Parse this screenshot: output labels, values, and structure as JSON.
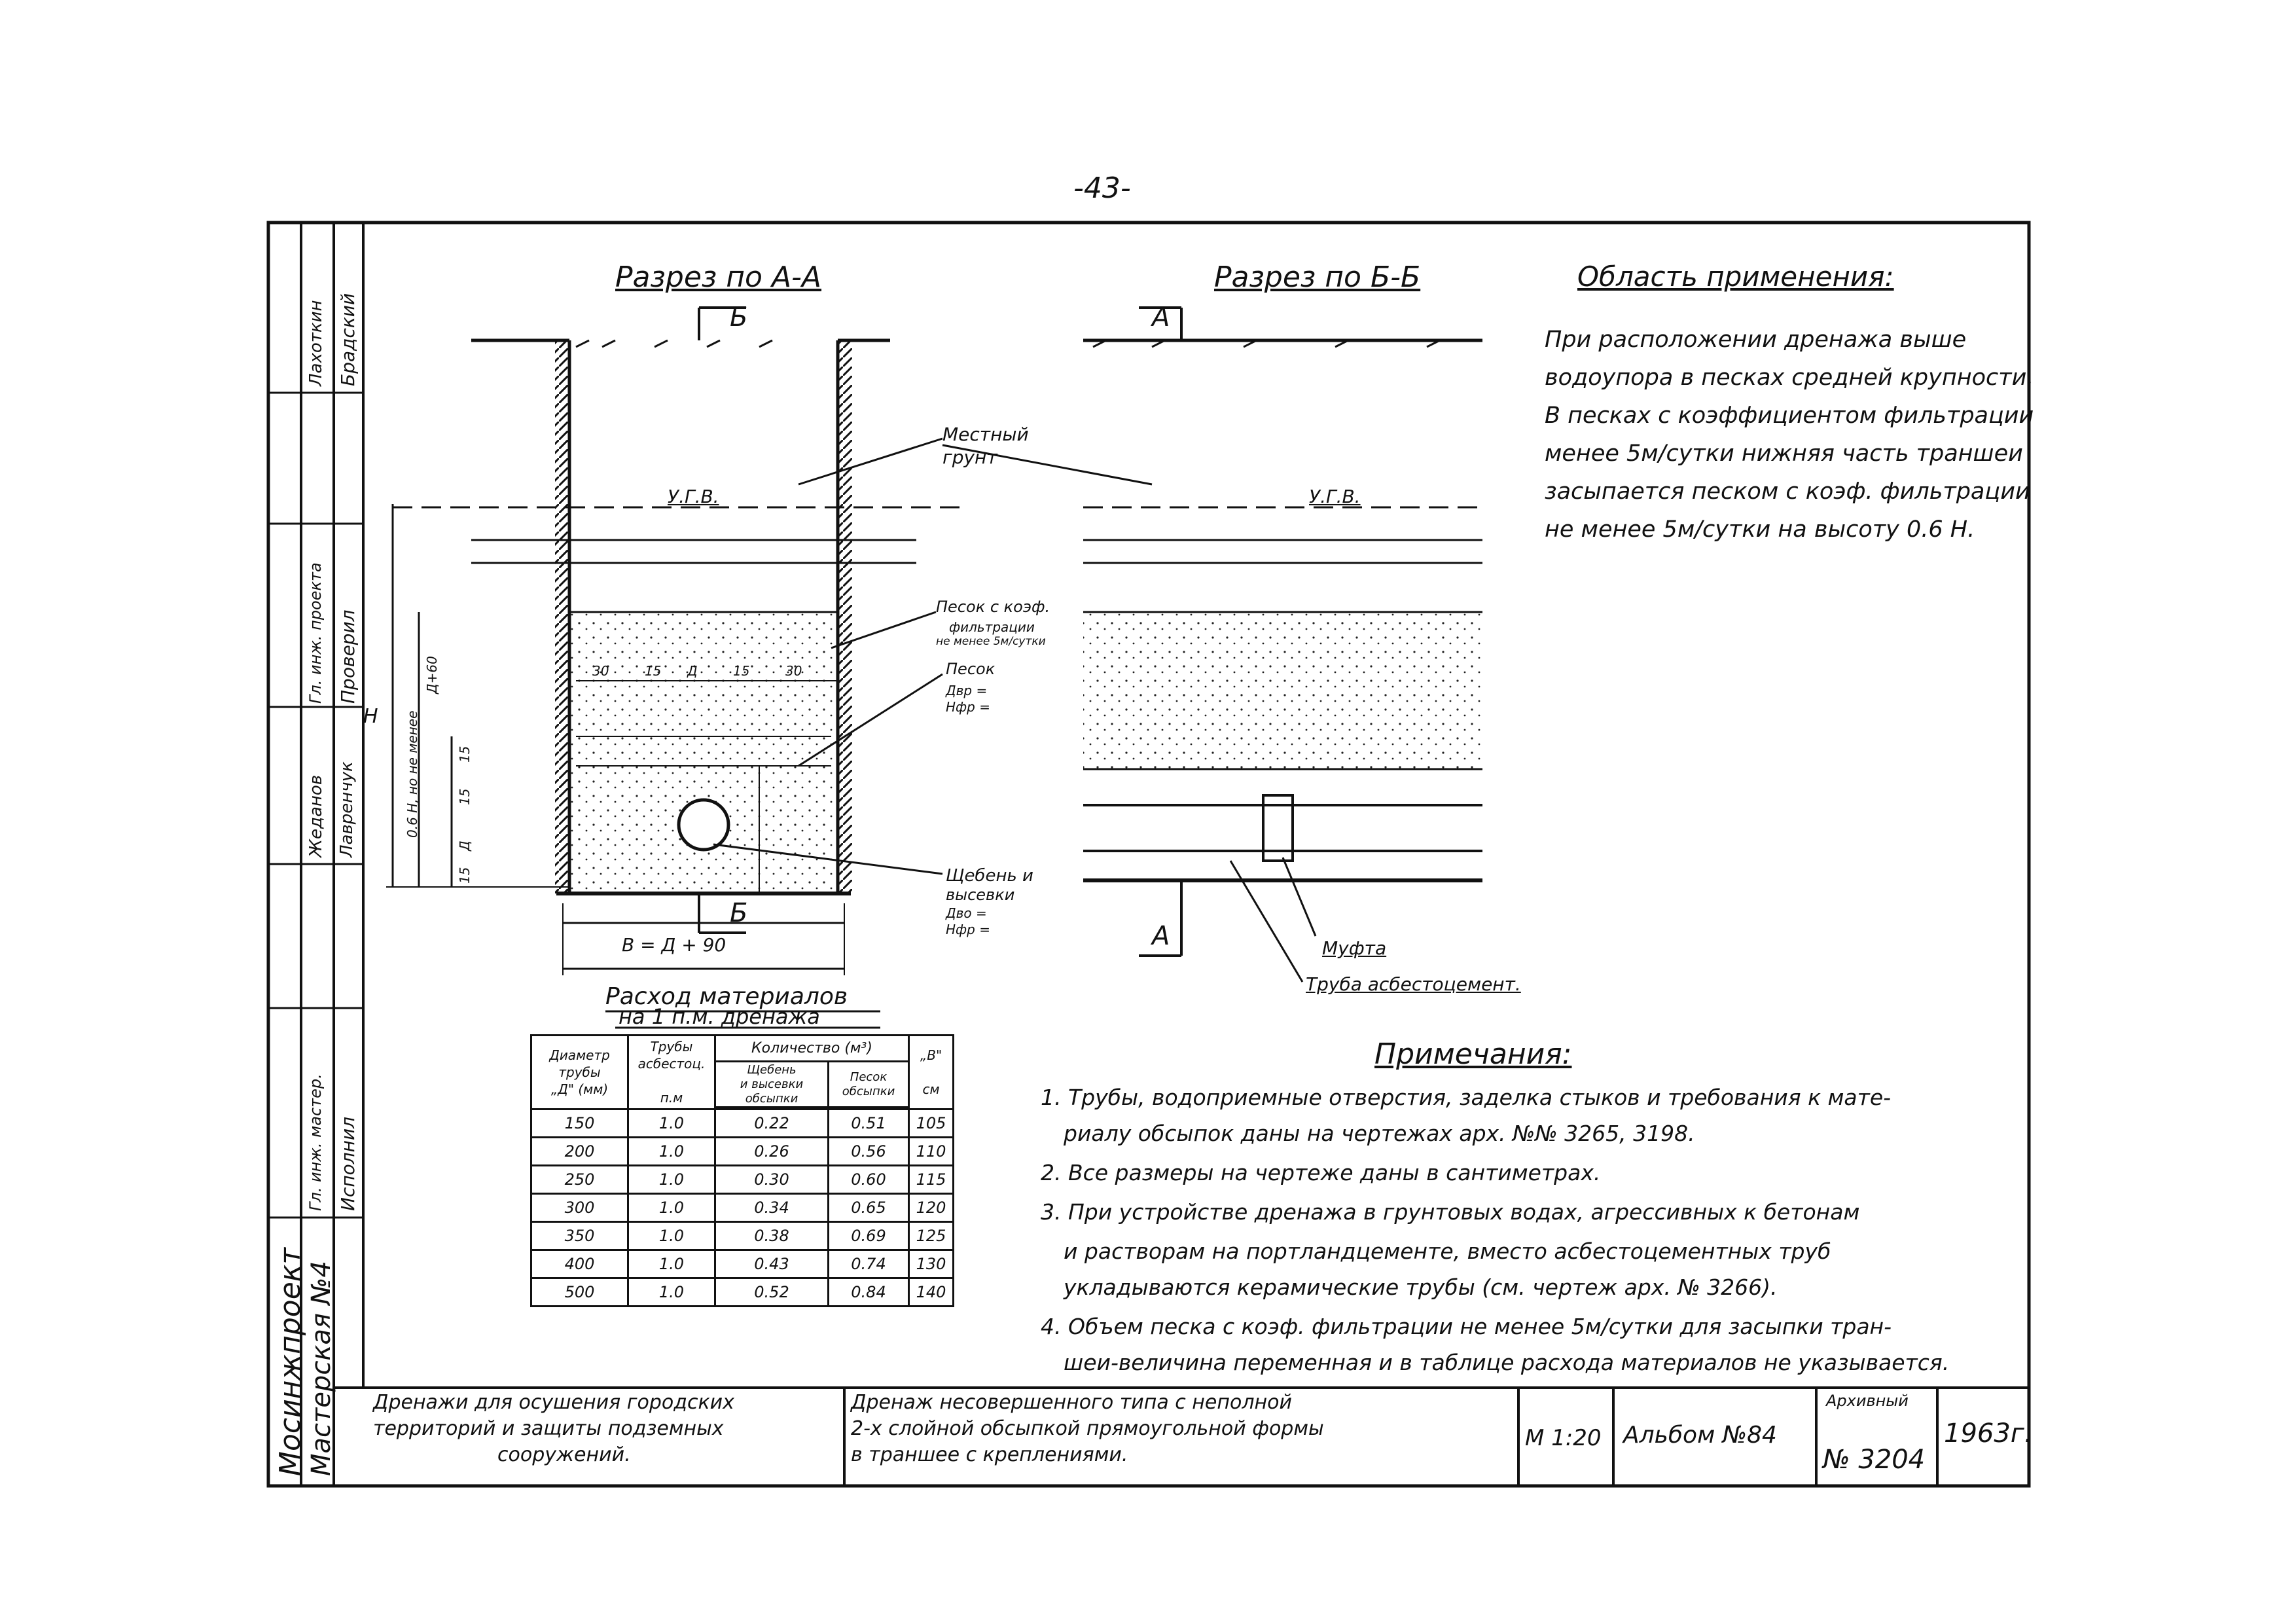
{
  "page_number": "-43-",
  "section_aa": {
    "title": "Разрез по А-А",
    "marker_top": "Б",
    "marker_bottom": "Б",
    "ugv": "У.Г.В.",
    "dim_row": [
      "30",
      "15",
      "Д",
      "15",
      "30"
    ],
    "right_dim": "Д+60",
    "left_dims": [
      "15",
      "Д",
      "15",
      "15"
    ],
    "h_label": "0.6 Н, но не менее",
    "H": "Н",
    "bottom_dim": "В = Д + 90"
  },
  "section_bb": {
    "title": "Разрез по Б-Б",
    "marker_top": "А",
    "marker_bottom": "А",
    "ugv": "У.Г.В."
  },
  "callouts": {
    "local_soil": [
      "Местный",
      "грунт"
    ],
    "sand_filter": [
      "Песок с коэф.",
      "фильтрации",
      "не менее 5м/сутки"
    ],
    "sand": [
      "Песок",
      "Двр =",
      "Нфр ="
    ],
    "gravel": [
      "Щебень и",
      "высевки",
      "Дво =",
      "Нфр ="
    ],
    "coupling": "Муфта",
    "pipe": "Труба асбестоцемент."
  },
  "scope": {
    "title": "Область применения:",
    "text": "При расположении дренажа выше водоупора в песках средней крупности. В песках с коэффициентом фильтрации менее 5м/сутки нижняя часть траншеи засыпается песком с коэф. фильтрации не менее 5м/сутки на высоту 0.6 Н."
  },
  "materials": {
    "title_line1": "Расход материалов",
    "title_line2": "на 1 п.м. дренажа",
    "head": {
      "diam": [
        "Диаметр",
        "трубы",
        "„Д\" (мм)"
      ],
      "pipes": [
        "Трубы",
        "асбестоц.",
        "п.м"
      ],
      "qty": "Количество (м³)",
      "gravel": [
        "Щебень",
        "и высевки",
        "обсыпки"
      ],
      "sand": [
        "Песок",
        "обсыпки"
      ],
      "b": [
        "„В\"",
        "см"
      ]
    },
    "rows": [
      [
        "150",
        "1.0",
        "0.22",
        "0.51",
        "105"
      ],
      [
        "200",
        "1.0",
        "0.26",
        "0.56",
        "110"
      ],
      [
        "250",
        "1.0",
        "0.30",
        "0.60",
        "115"
      ],
      [
        "300",
        "1.0",
        "0.34",
        "0.65",
        "120"
      ],
      [
        "350",
        "1.0",
        "0.38",
        "0.69",
        "125"
      ],
      [
        "400",
        "1.0",
        "0.43",
        "0.74",
        "130"
      ],
      [
        "500",
        "1.0",
        "0.52",
        "0.84",
        "140"
      ]
    ]
  },
  "notes": {
    "title": "Примечания:",
    "lines": [
      "1. Трубы, водоприемные отверстия, заделка стыков и требования к мате-",
      "риалу обсыпок даны на чертежах арх. №№ 3265, 3198.",
      "2. Все размеры на чертеже даны в сантиметрах.",
      "3. При устройстве дренажа в грунтовых водах, агрессивных к бетонам",
      "и растворам на портландцементе, вместо асбестоцементных труб",
      "укладываются керамические трубы (см. чертеж арх. № 3266).",
      "4. Объем песка с коэф. фильтрации не менее 5м/сутки для засыпки тран-",
      "шеи-величина переменная и в таблице расхода материалов не указывается."
    ]
  },
  "sidebar": {
    "org": "Мосинжпроект",
    "workshop": "Мастерская №4",
    "roles": [
      "Гл. инж. мастер.",
      "Исполнил",
      "Гл. инж. проекта",
      "Проверил"
    ],
    "names": [
      "Лахоткин",
      "Брадский",
      "Лавренчук",
      "Жеданов"
    ]
  },
  "title_block": {
    "cell1": [
      "Дренажи для осушения городских",
      "территорий и защиты подземных",
      "сооружений."
    ],
    "cell2": [
      "Дренаж несовершенного типа с неполной",
      "2-х слойной обсыпкой прямоугольной формы",
      "в траншее с креплениями."
    ],
    "scale": "М 1:20",
    "album": "Альбом №84",
    "archive_label": "Архивный",
    "archive_no": "№ 3204",
    "year": "1963г."
  }
}
